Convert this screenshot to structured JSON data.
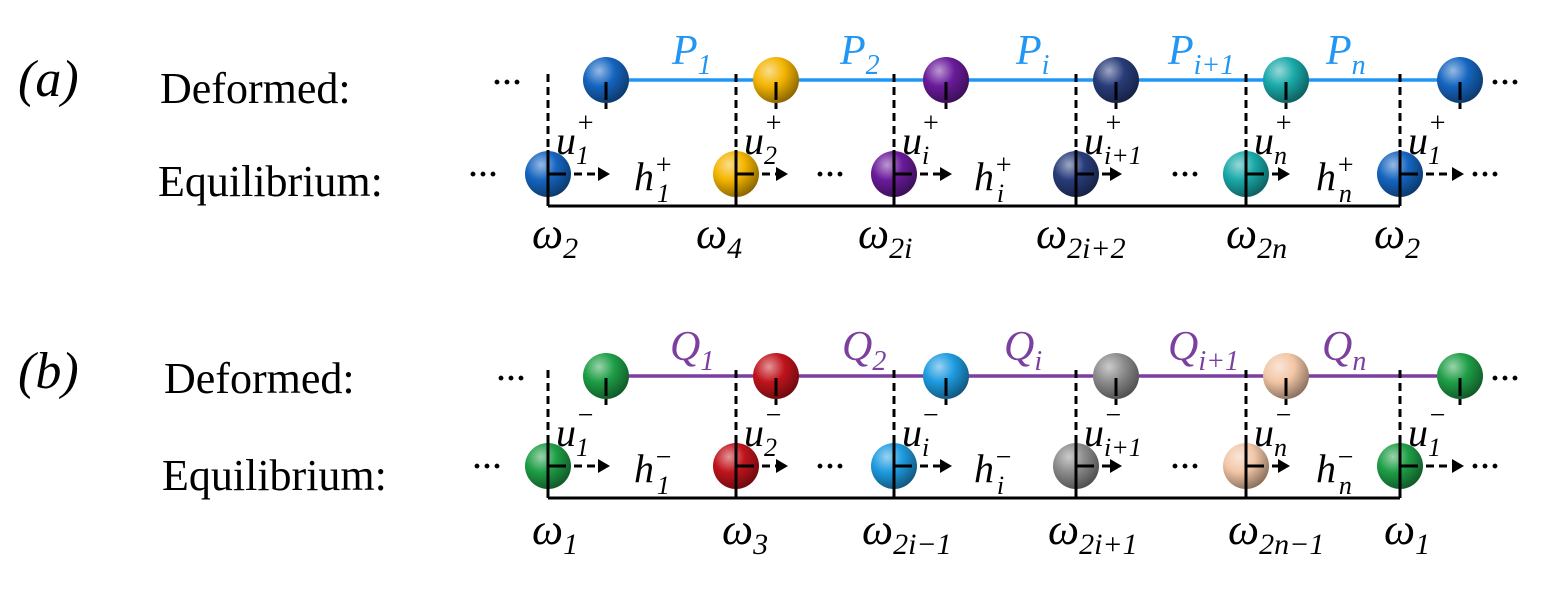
{
  "ellipsis": "···",
  "panels": [
    {
      "id": "a",
      "label": "(a)",
      "deformed_label": "Deformed:",
      "equilibrium_label": "Equilibrium:",
      "bond_color": "#2196F3",
      "ball_colors": [
        "#1565C0",
        "#F4B400",
        "#6A1B9A",
        "#283C7A",
        "#1AA9A9",
        "#1565C0"
      ],
      "bonds": [
        {
          "base": "P",
          "sub": "1"
        },
        {
          "base": "P",
          "sub": "2"
        },
        {
          "base": "P",
          "sub": "i"
        },
        {
          "base": "P",
          "sub": "i+1"
        },
        {
          "base": "P",
          "sub": "n"
        }
      ],
      "u": [
        {
          "base": "u",
          "sub": "1",
          "sup": "+"
        },
        {
          "base": "u",
          "sub": "2",
          "sup": "+"
        },
        {
          "base": "u",
          "sub": "i",
          "sup": "+"
        },
        {
          "base": "u",
          "sub": "i+1",
          "sup": "+"
        },
        {
          "base": "u",
          "sub": "n",
          "sup": "+"
        },
        {
          "base": "u",
          "sub": "1",
          "sup": "+"
        }
      ],
      "h": [
        {
          "base": "h",
          "sub": "1",
          "sup": "+"
        },
        {
          "base": "h",
          "sub": "i",
          "sup": "+"
        },
        {
          "base": "h",
          "sub": "n",
          "sup": "+"
        }
      ],
      "omega": [
        {
          "base": "ω",
          "sub": "2"
        },
        {
          "base": "ω",
          "sub": "4"
        },
        {
          "base": "ω",
          "sub": "2i"
        },
        {
          "base": "ω",
          "sub": "2i+2"
        },
        {
          "base": "ω",
          "sub": "2n"
        },
        {
          "base": "ω",
          "sub": "2"
        }
      ]
    },
    {
      "id": "b",
      "label": "(b)",
      "deformed_label": "Deformed:",
      "equilibrium_label": "Equilibrium:",
      "bond_color": "#7B3FA0",
      "ball_colors": [
        "#1E9E46",
        "#C0141C",
        "#1E9BE0",
        "#8C8C8C",
        "#F2C6A6",
        "#1E9E46"
      ],
      "bonds": [
        {
          "base": "Q",
          "sub": "1"
        },
        {
          "base": "Q",
          "sub": "2"
        },
        {
          "base": "Q",
          "sub": "i"
        },
        {
          "base": "Q",
          "sub": "i+1"
        },
        {
          "base": "Q",
          "sub": "n"
        }
      ],
      "u": [
        {
          "base": "u",
          "sub": "1",
          "sup": "−"
        },
        {
          "base": "u",
          "sub": "2",
          "sup": "−"
        },
        {
          "base": "u",
          "sub": "i",
          "sup": "−"
        },
        {
          "base": "u",
          "sub": "i+1",
          "sup": "−"
        },
        {
          "base": "u",
          "sub": "n",
          "sup": "−"
        },
        {
          "base": "u",
          "sub": "1",
          "sup": "−"
        }
      ],
      "h": [
        {
          "base": "h",
          "sub": "1",
          "sup": "−"
        },
        {
          "base": "h",
          "sub": "i",
          "sup": "−"
        },
        {
          "base": "h",
          "sub": "n",
          "sup": "−"
        }
      ],
      "omega": [
        {
          "base": "ω",
          "sub": "1"
        },
        {
          "base": "ω",
          "sub": "3"
        },
        {
          "base": "ω",
          "sub": "2i−1"
        },
        {
          "base": "ω",
          "sub": "2i+1"
        },
        {
          "base": "ω",
          "sub": "2n−1"
        },
        {
          "base": "ω",
          "sub": "1"
        }
      ]
    }
  ]
}
